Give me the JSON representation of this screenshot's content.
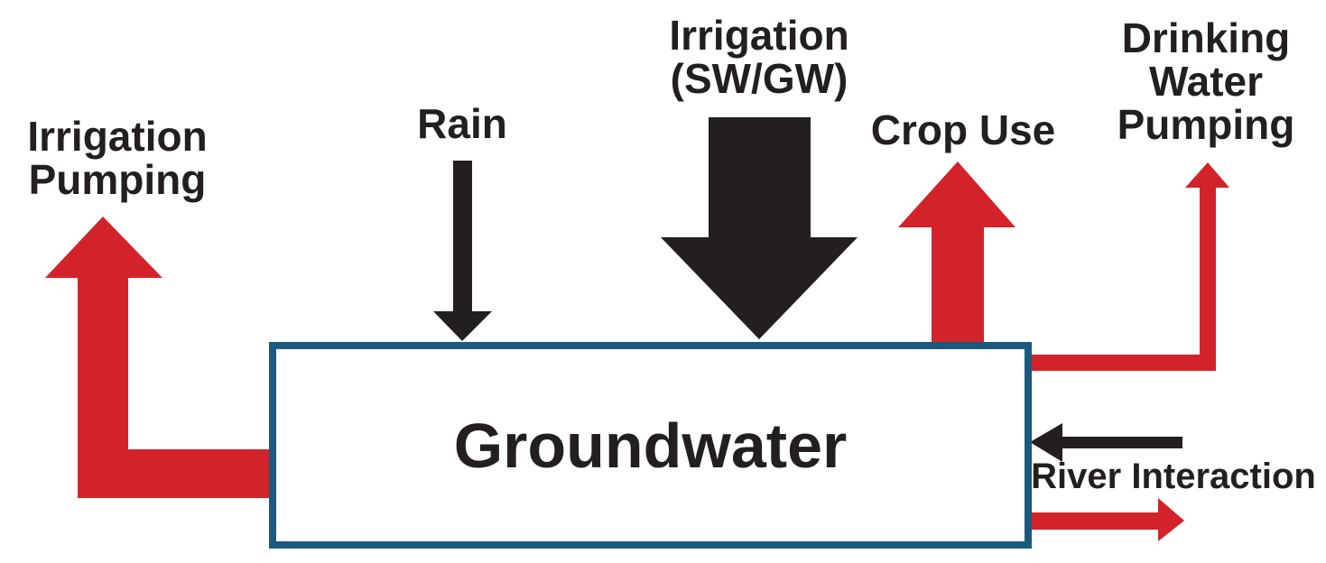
{
  "diagram": {
    "type": "flow-diagram",
    "box": {
      "label": "Groundwater"
    },
    "labels": {
      "irrigation_pumping": "Irrigation\nPumping",
      "rain": "Rain",
      "irrigation_sw_gw": "Irrigation\n(SW/GW)",
      "crop_use": "Crop Use",
      "drinking_water_pumping": "Drinking\nWater\nPumping",
      "river_interaction": "River Interaction"
    },
    "colors": {
      "outflow_red": "#d2232a",
      "inflow_black": "#231f20",
      "box_border": "#1c5a7d",
      "text": "#231f20",
      "background": "#ffffff"
    },
    "flows": [
      {
        "name": "irrigation-pumping",
        "direction": "out-of-groundwater",
        "color": "#d2232a"
      },
      {
        "name": "rain",
        "direction": "into-groundwater",
        "color": "#231f20"
      },
      {
        "name": "irrigation-sw-gw",
        "direction": "into-groundwater",
        "color": "#231f20"
      },
      {
        "name": "crop-use",
        "direction": "out-of-groundwater",
        "color": "#d2232a"
      },
      {
        "name": "drinking-water-pumping",
        "direction": "out-of-groundwater",
        "color": "#d2232a"
      },
      {
        "name": "river-interaction-in",
        "direction": "into-groundwater",
        "color": "#231f20"
      },
      {
        "name": "river-interaction-out",
        "direction": "out-of-groundwater",
        "color": "#d2232a"
      }
    ]
  }
}
